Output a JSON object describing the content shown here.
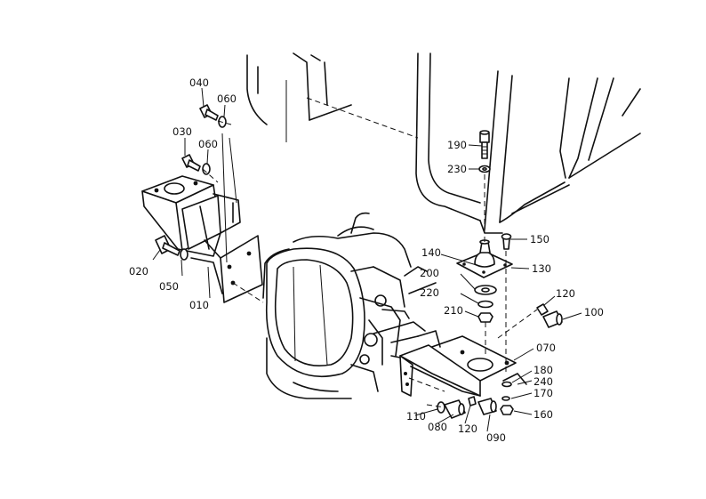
{
  "labels": {
    "p010": "010",
    "p020": "020",
    "p030": "030",
    "p040": "040",
    "p050": "050",
    "p060a": "060",
    "p060b": "060",
    "p070": "070",
    "p080": "080",
    "p090": "090",
    "p100": "100",
    "p110": "110",
    "p120a": "120",
    "p120b": "120",
    "p130": "130",
    "p140": "140",
    "p150": "150",
    "p160": "160",
    "p170": "170",
    "p180": "180",
    "p190": "190",
    "p200": "200",
    "p210": "210",
    "p220": "220",
    "p230": "230",
    "p240": "240"
  }
}
